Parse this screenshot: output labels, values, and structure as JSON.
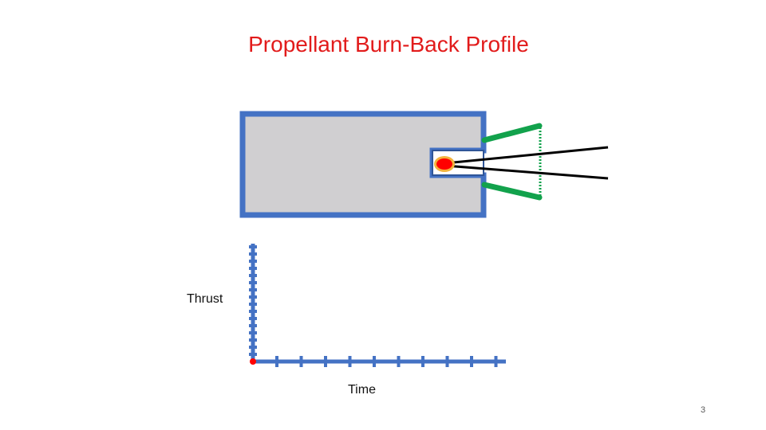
{
  "slide": {
    "title": "Propellant Burn-Back Profile",
    "page_number": "3"
  },
  "graph": {
    "y_axis_label": "Thrust",
    "x_axis_label": "Time"
  },
  "colors": {
    "title": "#e21b1b",
    "casing": "#4472c4",
    "propellant": "#d0cfd1",
    "nozzle": "#12a24c",
    "flame_core": "#ff0000",
    "flame_halo": "#f3b33d",
    "plume": "#000000",
    "axis": "#4472c4",
    "origin_marker": "#ff0000"
  },
  "icons": {
    "flame": "flame-icon",
    "origin": "origin-dot"
  }
}
